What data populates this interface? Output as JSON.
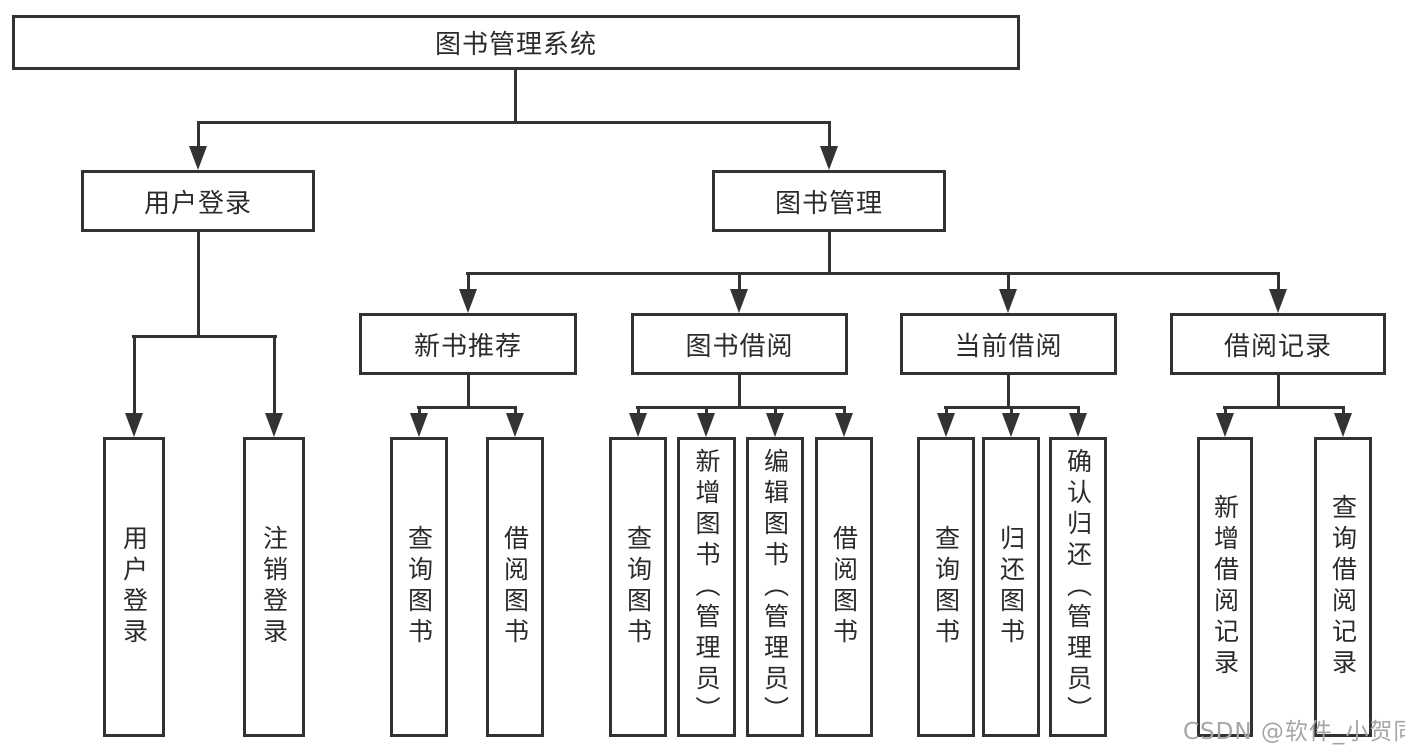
{
  "diagram": {
    "root": "图书管理系统",
    "level2": {
      "user_login": {
        "label": "用户登录",
        "children": {
          "login": "用户登录",
          "logout": "注销登录"
        }
      },
      "book_mgmt": {
        "label": "图书管理",
        "children": {
          "new_book": {
            "label": "新书推荐",
            "children": {
              "query": "查询图书",
              "borrow": "借阅图书"
            }
          },
          "book_borrow": {
            "label": "图书借阅",
            "children": {
              "query": "查询图书",
              "add": "新增图书（管理员）",
              "edit": "编辑图书（管理员）",
              "borrow": "借阅图书"
            }
          },
          "current_borrow": {
            "label": "当前借阅",
            "children": {
              "query": "查询图书",
              "return": "归还图书",
              "confirm": "确认归还（管理员）"
            }
          },
          "borrow_record": {
            "label": "借阅记录",
            "children": {
              "add": "新增借阅记录",
              "query": "查询借阅记录"
            }
          }
        }
      }
    }
  },
  "watermark": "CSDN @软件_小贺同学",
  "colors": {
    "background": "#ffffff",
    "box_border": "#323232",
    "line": "#333333",
    "text": "#2b2b2b",
    "watermark": "#a6a6a6"
  }
}
